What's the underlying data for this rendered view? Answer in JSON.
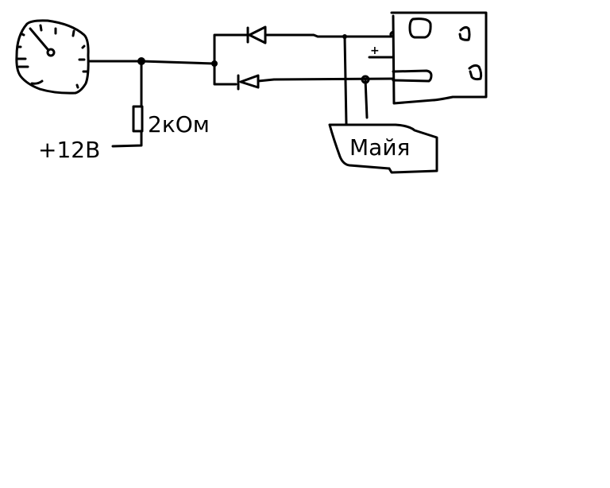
{
  "labels": {
    "supply": "+12В",
    "resistor": "2кОм",
    "load": "Майя",
    "plus": "+"
  },
  "colors": {
    "ink": "#000000",
    "background": "#ffffff"
  }
}
